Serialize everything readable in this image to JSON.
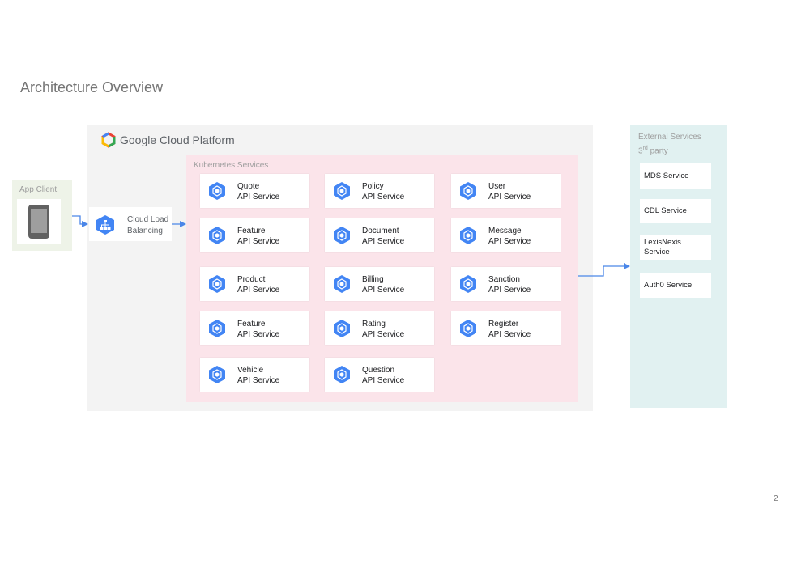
{
  "page": {
    "title": "Architecture Overview",
    "page_number": "2"
  },
  "app_client": {
    "title": "App Client",
    "icon": "smartphone-icon"
  },
  "load_balancer": {
    "line1": "Cloud Load",
    "line2": "Balancing",
    "icon": "cloud-load-balancing-icon"
  },
  "gcp": {
    "label_brand": "Google",
    "label_rest": " Cloud Platform",
    "icon": "google-cloud-logo"
  },
  "kubernetes": {
    "title": "Kubernetes Services",
    "services": [
      {
        "name": "Quote",
        "sub": "API Service"
      },
      {
        "name": "Policy",
        "sub": "API Service"
      },
      {
        "name": "User",
        "sub": "API Service"
      },
      {
        "name": "Feature",
        "sub": "API Service"
      },
      {
        "name": "Document",
        "sub": "API Service"
      },
      {
        "name": "Message",
        "sub": "API Service"
      },
      {
        "name": "Product",
        "sub": "API Service"
      },
      {
        "name": "Billing",
        "sub": "API Service"
      },
      {
        "name": "Sanction",
        "sub": "API Service"
      },
      {
        "name": "Feature",
        "sub": "API Service"
      },
      {
        "name": "Rating",
        "sub": "API Service"
      },
      {
        "name": "Register",
        "sub": "API Service"
      },
      {
        "name": "Vehicle",
        "sub": "API Service"
      },
      {
        "name": "Question",
        "sub": "API Service"
      }
    ]
  },
  "external": {
    "title_line1": "External Services",
    "title_line2_base": "3",
    "title_line2_sup": "rd",
    "title_line2_rest": " party",
    "services": [
      {
        "line1": "MDS Service",
        "line2": ""
      },
      {
        "line1": "CDL Service",
        "line2": ""
      },
      {
        "line1": "LexisNexis",
        "line2": "Service"
      },
      {
        "line1": "Auth0 Service",
        "line2": ""
      }
    ]
  },
  "colors": {
    "hex_blue": "#4285f4",
    "arrow_blue": "#4a86e8",
    "gcp_bg": "#f3f3f3",
    "k8s_bg": "#fbe4ea",
    "external_bg": "#e1f1f1",
    "app_client_bg": "#eef3e8"
  }
}
